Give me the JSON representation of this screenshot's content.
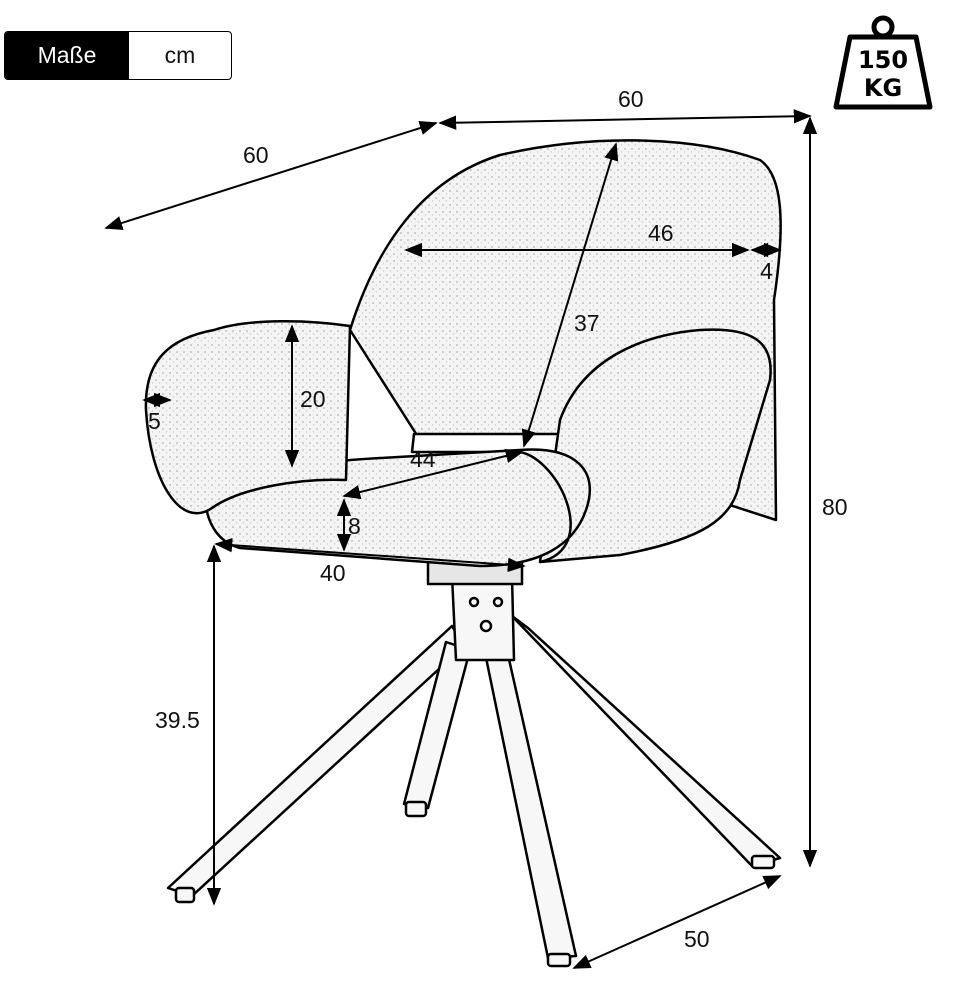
{
  "legend": {
    "label": "Maße",
    "unit": "cm"
  },
  "weight_badge": {
    "value": "150",
    "unit": "KG",
    "icon": "weight-icon"
  },
  "dimensions": {
    "top_width": "60",
    "depth": "60",
    "inner_backrest_width": "46",
    "backrest_thickness": "4",
    "backrest_height": "37",
    "armrest_height": "20",
    "armrest_width": "5",
    "seat_depth": "44",
    "seat_thickness": "8",
    "seat_width": "40",
    "total_height": "80",
    "seat_height": "39.5",
    "base_width": "50"
  },
  "colors": {
    "line": "#000000",
    "fill": "#f2f2f2",
    "text": "#111111"
  }
}
